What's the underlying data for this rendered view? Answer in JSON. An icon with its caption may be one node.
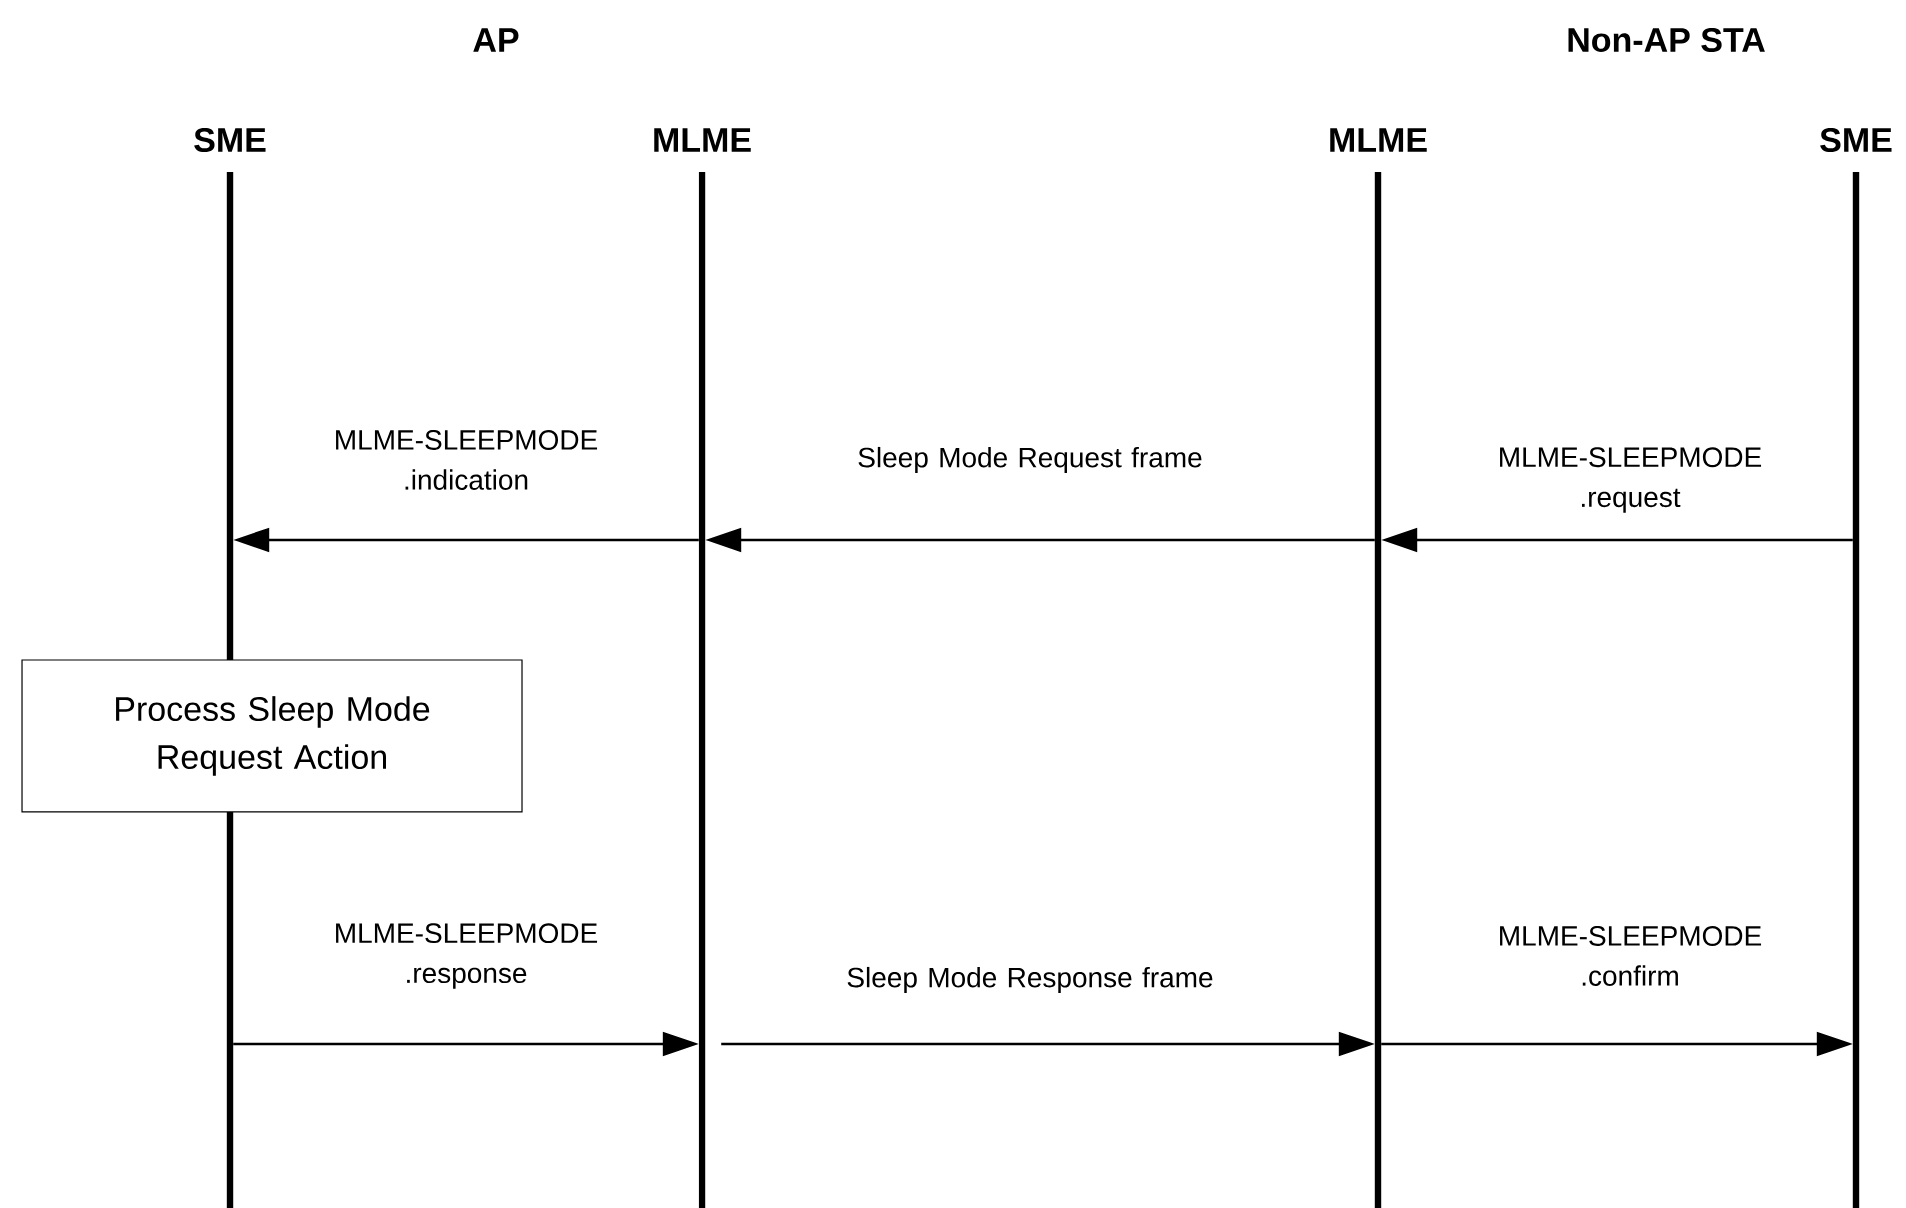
{
  "diagram": {
    "nodes": [
      {
        "text": [
          "SME"
        ]
      },
      {
        "text": [
          "MLME"
        ]
      },
      {
        "text": [
          "MLME"
        ]
      },
      {
        "text": [
          "SME"
        ]
      },
      {
        "text": [
          "Process Sleep Mode Request Action"
        ]
      }
    ],
    "edges": [
      {
        "from": 3,
        "to": 2,
        "arrow": "to",
        "label": "MLME-SLEEPMODE .request"
      },
      {
        "from": 2,
        "to": 1,
        "arrow": "to",
        "label": "Sleep Mode Request frame"
      },
      {
        "from": 1,
        "to": 0,
        "arrow": "to",
        "label": "MLME-SLEEPMODE .indication"
      },
      {
        "from": 0,
        "to": 1,
        "arrow": "to",
        "label": "MLME-SLEEPMODE .response"
      },
      {
        "from": 1,
        "to": 2,
        "arrow": "to",
        "label": "Sleep Mode Response frame"
      },
      {
        "from": 2,
        "to": 3,
        "arrow": "to",
        "label": "MLME-SLEEPMODE .confirm"
      }
    ],
    "labels": [
      "AP",
      "Non-AP STA"
    ]
  }
}
